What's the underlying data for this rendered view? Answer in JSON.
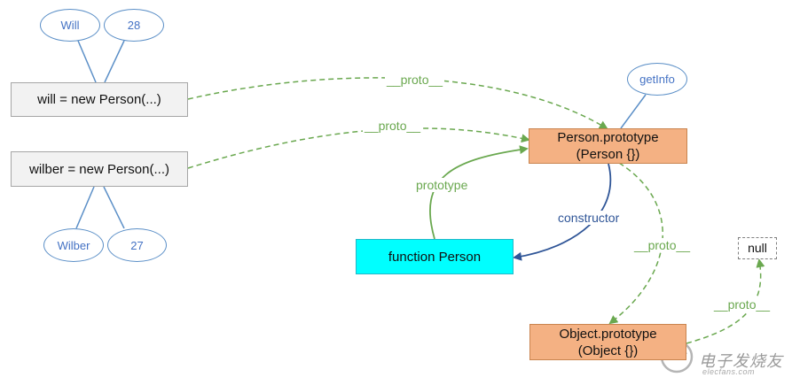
{
  "nodes": {
    "will_box": "will = new Person(...)",
    "wilber_box": "wilber = new Person(...)",
    "person_prototype_line1": "Person.prototype",
    "person_prototype_line2": "(Person {})",
    "function_person": "function Person",
    "object_prototype_line1": "Object.prototype",
    "object_prototype_line2": "(Object {})",
    "null_box": "null"
  },
  "ovals": {
    "will_name": "Will",
    "will_age": "28",
    "wilber_name": "Wilber",
    "wilber_age": "27",
    "get_info": "getInfo"
  },
  "edge_labels": {
    "will_proto": "__proto__",
    "wilber_proto": "__proto__",
    "prototype": "prototype",
    "constructor": "constructor",
    "person_proto": "__proto__",
    "object_proto": "__proto__"
  },
  "colors": {
    "proto_edge": "#6aa84f",
    "constructor_edge": "#2f5597",
    "oval_stroke": "#5b8fc7"
  },
  "watermark": {
    "text": "电子发烧友",
    "sub": "elecfans.com"
  }
}
